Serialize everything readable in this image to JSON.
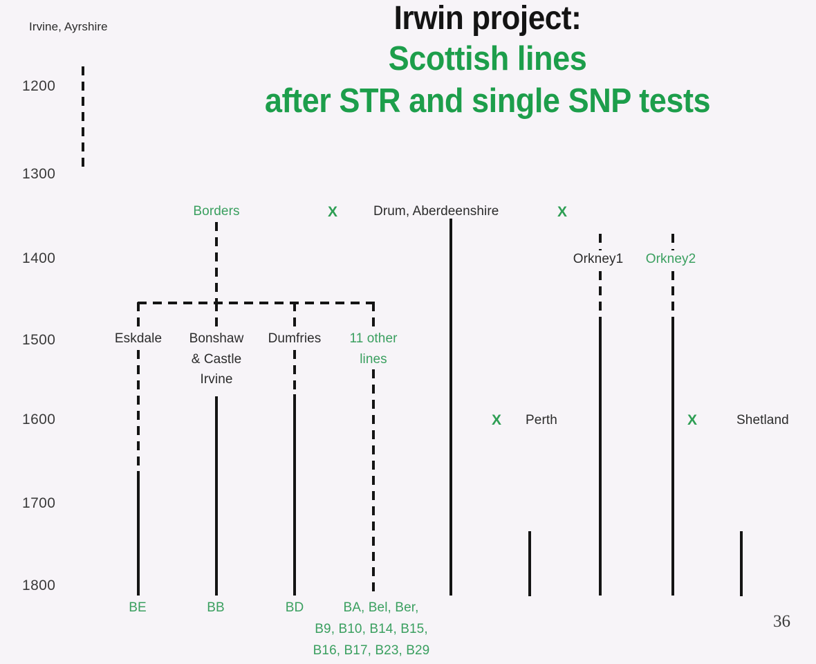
{
  "slide": {
    "background_color": "#f7f4f8",
    "page_number": "36",
    "title_line1": "Irwin project:",
    "title_line2": "Scottish lines",
    "title_line3": "after STR and single SNP tests",
    "title_color_main": "#141414",
    "title_color_sub": "#1d9e4b",
    "green_accent": "#3a9f5f"
  },
  "chart_data": {
    "type": "line",
    "title": "Irwin project: Scottish lines after STR and single SNP tests",
    "ylabel": "",
    "xlabel": "",
    "ylim": [
      1150,
      1850
    ],
    "y_ticks": [
      "1200",
      "1300",
      "1400",
      "1500",
      "1600",
      "1700",
      "1800"
    ],
    "y_tick_values": [
      1200,
      1300,
      1400,
      1500,
      1600,
      1700,
      1800
    ],
    "grid": false,
    "legend": "none",
    "orientation": "vertical-time-descending",
    "lineages": [
      {
        "name": "Irvine, Ayrshire",
        "label_color": "#2b2b2b",
        "style": "dashed",
        "start_year": 1175,
        "end_year": 1290
      },
      {
        "name": "Borders",
        "label_color": "#3a9f5f",
        "style": "dashed",
        "start_year": 1335,
        "end_year": 1430
      },
      {
        "name": "Eskdale",
        "label_color": "#2b2b2b",
        "style": "dashed-then-solid",
        "start_year": 1430,
        "solid_from_year": 1620,
        "end_year": 1765
      },
      {
        "name": "Bonshaw & Castle Irvine",
        "label_color": "#2b2b2b",
        "style": "dashed-then-solid",
        "start_year": 1430,
        "solid_from_year": 1545,
        "end_year": 1765
      },
      {
        "name": "Dumfries",
        "label_color": "#2b2b2b",
        "style": "dashed-then-solid",
        "start_year": 1430,
        "solid_from_year": 1545,
        "end_year": 1765
      },
      {
        "name": "11 other lines",
        "label_color": "#3a9f5f",
        "style": "dashed",
        "start_year": 1430,
        "end_year": 1770
      },
      {
        "name": "Drum, Aberdeenshire",
        "label_color": "#2b2b2b",
        "style": "solid",
        "start_year": 1345,
        "end_year": 1800
      },
      {
        "name": "Perth",
        "label_color": "#2b2b2b",
        "style": "solid",
        "start_year": 1735,
        "end_year": 1800
      },
      {
        "name": "Orkney1",
        "label_color": "#2b2b2b",
        "style": "dashed-then-solid",
        "start_year": 1370,
        "solid_from_year": 1475,
        "end_year": 1800
      },
      {
        "name": "Orkney2",
        "label_color": "#3a9f5f",
        "style": "dashed-then-solid",
        "start_year": 1370,
        "solid_from_year": 1475,
        "end_year": 1800
      },
      {
        "name": "Shetland",
        "label_color": "#2b2b2b",
        "style": "solid",
        "start_year": 1735,
        "end_year": 1800
      }
    ],
    "x_markers": [
      {
        "symbol": "X",
        "color": "#2e9e54",
        "near": "between Borders and Drum",
        "year": 1325
      },
      {
        "symbol": "X",
        "color": "#2e9e54",
        "near": "right of Drum label",
        "year": 1325
      },
      {
        "symbol": "X",
        "color": "#2e9e54",
        "near": "left of Perth label",
        "year": 1600
      },
      {
        "symbol": "X",
        "color": "#2e9e54",
        "near": "left of Shetland label",
        "year": 1600
      }
    ],
    "bracket": {
      "description": "dashed horizontal connector joining Eskdale, Bonshaw & Castle Irvine, Dumfries and 11 other lines, descending from Borders",
      "year": 1455,
      "members": [
        "Eskdale",
        "Bonshaw & Castle Irvine",
        "Dumfries",
        "11 other lines"
      ]
    },
    "terminal_codes": [
      "BE",
      "BB",
      "BD",
      "BA, Bel, Ber,",
      "B9, B10, B14, B15,",
      "B16, B17, B23, B29"
    ]
  },
  "labels": {
    "irvine": "Irvine, Ayrshire",
    "borders": "Borders",
    "drum": "Drum, Aberdeenshire",
    "eskdale": "Eskdale",
    "bonshaw_l1": "Bonshaw",
    "bonshaw_l2": "& Castle",
    "bonshaw_l3": "Irvine",
    "dumfries": "Dumfries",
    "other_l1": "11 other",
    "other_l2": "lines",
    "orkney1": "Orkney1",
    "orkney2": "Orkney2",
    "perth": "Perth",
    "shetland": "Shetland",
    "x1": "X",
    "x2": "X",
    "x3": "X",
    "x4": "X"
  },
  "axis": {
    "t1200": "1200",
    "t1300": "1300",
    "t1400": "1400",
    "t1500": "1500",
    "t1600": "1600",
    "t1700": "1700",
    "t1800": "1800"
  },
  "codes": {
    "be": "BE",
    "bb": "BB",
    "bd": "BD",
    "ba_line1": "BA, Bel, Ber,",
    "ba_line2": "B9, B10, B14, B15,",
    "ba_line3": "B16, B17, B23, B29"
  }
}
